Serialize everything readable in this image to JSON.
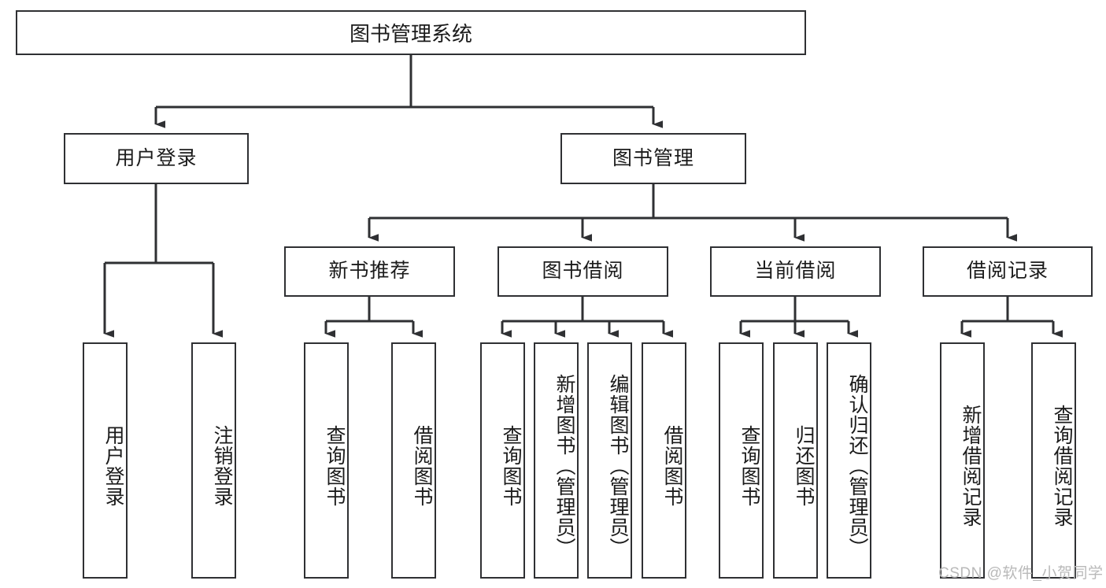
{
  "diagram": {
    "title": "图书管理系统",
    "type": "tree-hierarchy-diagram",
    "root": {
      "label": "图书管理系统"
    },
    "level2": [
      {
        "label": "用户登录"
      },
      {
        "label": "图书管理"
      }
    ],
    "level3": [
      {
        "label": "新书推荐"
      },
      {
        "label": "图书借阅"
      },
      {
        "label": "当前借阅"
      },
      {
        "label": "借阅记录"
      }
    ],
    "leaves": [
      {
        "label": "用户登录",
        "parent": "用户登录"
      },
      {
        "label": "注销登录",
        "parent": "用户登录"
      },
      {
        "label": "查询图书",
        "parent": "新书推荐"
      },
      {
        "label": "借阅图书",
        "parent": "新书推荐"
      },
      {
        "label": "查询图书",
        "parent": "图书借阅"
      },
      {
        "label": "新增图书（管理员）",
        "parent": "图书借阅"
      },
      {
        "label": "编辑图书（管理员）",
        "parent": "图书借阅"
      },
      {
        "label": "借阅图书",
        "parent": "图书借阅"
      },
      {
        "label": "查询图书",
        "parent": "当前借阅"
      },
      {
        "label": "归还图书",
        "parent": "当前借阅"
      },
      {
        "label": "确认归还（管理员）",
        "parent": "当前借阅"
      },
      {
        "label": "新增借阅记录",
        "parent": "借阅记录"
      },
      {
        "label": "查询借阅记录",
        "parent": "借阅记录"
      }
    ]
  },
  "watermark": {
    "text": "CSDN @软件_小贺同学"
  },
  "colors": {
    "stroke": "#2f3033",
    "background": "#ffffff",
    "text": "#1b1b1b",
    "watermark": "#b9b9b9"
  }
}
